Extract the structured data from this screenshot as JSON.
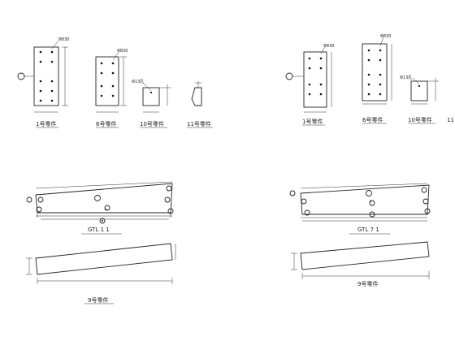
{
  "drawing": {
    "left_panel": {
      "plates": [
        {
          "caption": "1号零件",
          "tag": "Φ830"
        },
        {
          "caption": "6号零件",
          "tag": "Φ830"
        },
        {
          "caption": "10号零件",
          "tag": "Φ13孔"
        },
        {
          "caption": "11号零件",
          "tag": ""
        }
      ],
      "beam_title": "GTL 1 1",
      "beam_caption": "9号零件"
    },
    "right_panel": {
      "plates": [
        {
          "caption": "1号零件",
          "tag": "Φ830"
        },
        {
          "caption": "6号零件",
          "tag": "Φ830"
        },
        {
          "caption": "10号零件",
          "tag": "Φ13孔"
        },
        {
          "caption": "11",
          "tag": ""
        }
      ],
      "beam_title": "GTL 7 1",
      "beam_caption": "9号零件"
    }
  }
}
